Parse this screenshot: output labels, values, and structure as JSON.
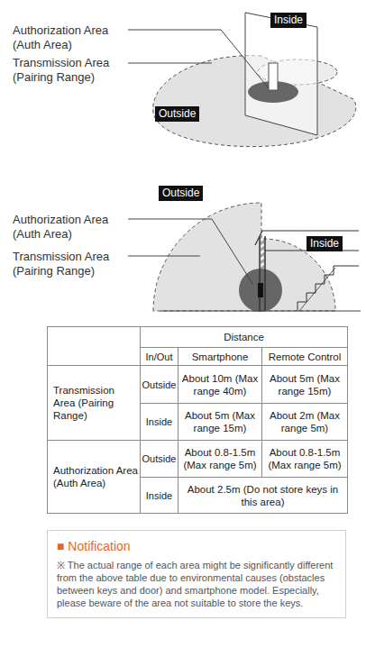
{
  "diagram": {
    "nodes": [
      {
        "text": [
          "Inside"
        ]
      },
      {
        "text": [
          "Outside"
        ]
      },
      {
        "text": [
          "Outside"
        ]
      },
      {
        "text": [
          "Inside"
        ]
      },
      {
        "text": [
          "■ Notification",
          "※ The actual range of each area might be significantly different from the above table due to environmental causes (obstacles between keys and door) and smartphone model. Especially, please beware of the area not suitable to store the keys."
        ]
      }
    ],
    "labels": [
      "Authorization Area (Auth Area)",
      "Transmission Area (Pairing Range)",
      "Authorization Area (Auth Area)",
      "Transmission Area (Pairing Range)",
      "Distance",
      "In/Out",
      "Smartphone",
      "Remote Control",
      "Transmission Area (Pairing Range)",
      "Outside",
      "About 10m (Max range 40m)",
      "About 5m (Max range 15m)",
      "Inside",
      "About 5m (Max range 15m)",
      "About 2m (Max range 5m)",
      "Authorization Area (Auth Area)",
      "Outside",
      "About 0.8-1.5m (Max range 5m)",
      "About 0.8-1.5m (Max range 5m)",
      "Inside",
      "About 2.5m (Do not store keys in this area)"
    ]
  }
}
